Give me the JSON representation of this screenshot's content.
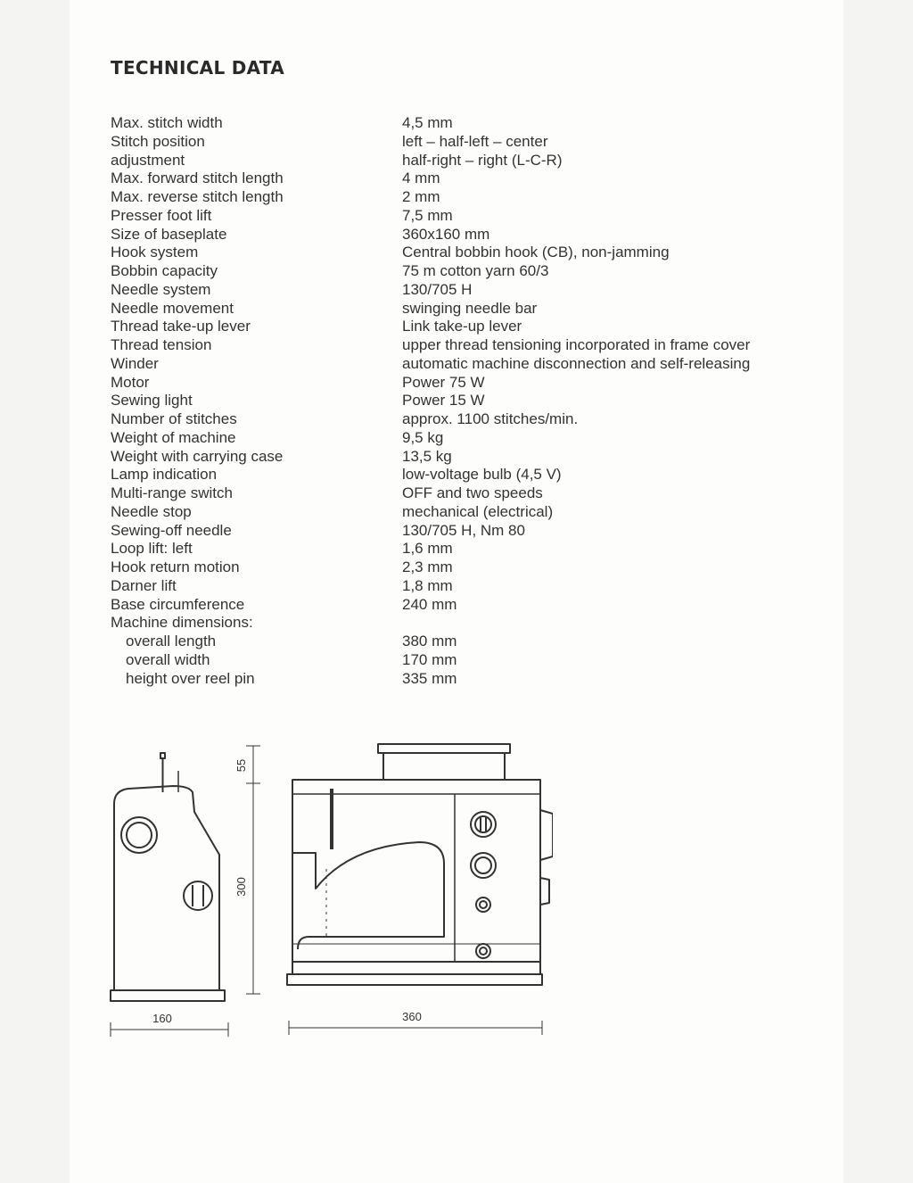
{
  "title": "TECHNICAL DATA",
  "specs": [
    {
      "label": "Max. stitch width",
      "value": "4,5 mm"
    },
    {
      "label": "Stitch position",
      "value": "left – half-left – center"
    },
    {
      "label": "adjustment",
      "value": "half-right – right (L-C-R)"
    },
    {
      "label": "Max. forward stitch length",
      "value": "4 mm"
    },
    {
      "label": "Max. reverse stitch length",
      "value": "2 mm"
    },
    {
      "label": "Presser foot lift",
      "value": "7,5 mm"
    },
    {
      "label": "Size of baseplate",
      "value": "360x160 mm"
    },
    {
      "label": "Hook system",
      "value": "Central bobbin hook (CB), non-jamming"
    },
    {
      "label": "Bobbin capacity",
      "value": "75 m cotton yarn 60/3"
    },
    {
      "label": "Needle system",
      "value": "130/705 H"
    },
    {
      "label": "Needle movement",
      "value": "swinging needle bar"
    },
    {
      "label": "Thread take-up lever",
      "value": "Link take-up lever"
    },
    {
      "label": "Thread tension",
      "value": "upper thread tensioning incorporated in frame cover"
    },
    {
      "label": "Winder",
      "value": "automatic machine disconnection and self-releasing"
    },
    {
      "label": "Motor",
      "value": "Power 75 W"
    },
    {
      "label": "Sewing light",
      "value": "Power 15 W"
    },
    {
      "label": "Number of stitches",
      "value": "approx. 1100 stitches/min."
    },
    {
      "label": "Weight of machine",
      "value": "9,5 kg"
    },
    {
      "label": "Weight with carrying case",
      "value": "13,5 kg"
    },
    {
      "label": "Lamp indication",
      "value": "low-voltage bulb (4,5 V)"
    },
    {
      "label": "Multi-range switch",
      "value": "OFF and two speeds"
    },
    {
      "label": "Needle stop",
      "value": "mechanical (electrical)"
    },
    {
      "label": "Sewing-off needle",
      "value": "130/705 H, Nm 80"
    },
    {
      "label": "Loop lift: left",
      "value": "1,6 mm"
    },
    {
      "label": "Hook return motion",
      "value": "2,3 mm"
    },
    {
      "label": "Darner lift",
      "value": "1,8 mm"
    },
    {
      "label": "Base circumference",
      "value": "240 mm"
    },
    {
      "label": "Machine dimensions:",
      "value": ""
    },
    {
      "label": "overall length",
      "value": "380 mm"
    },
    {
      "label": "overall width",
      "value": "170 mm"
    },
    {
      "label": "height over reel pin",
      "value": "335 mm"
    }
  ],
  "diagram": {
    "dim_top": "55",
    "dim_height": "300",
    "dim_side_width": "160",
    "dim_front_width": "360"
  }
}
